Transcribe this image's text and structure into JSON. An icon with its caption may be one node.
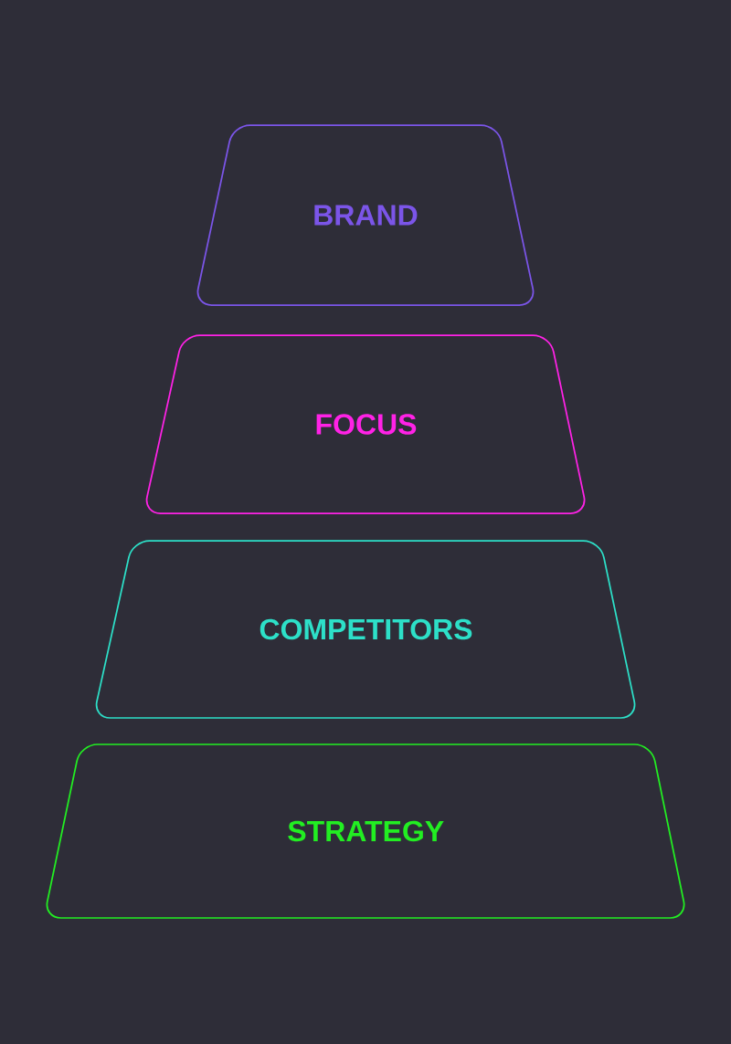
{
  "diagram": {
    "nodes": [
      {
        "text": [
          "BRAND"
        ]
      },
      {
        "text": [
          "FOCUS"
        ]
      },
      {
        "text": [
          "COMPETITORS"
        ]
      },
      {
        "text": [
          "STRATEGY"
        ]
      }
    ],
    "edges": []
  }
}
